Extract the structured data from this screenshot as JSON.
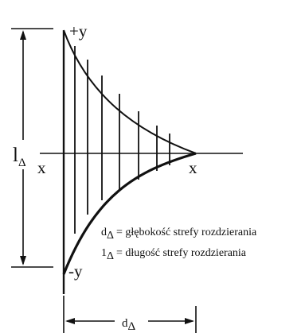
{
  "labels": {
    "plus_y": "+y",
    "minus_y": "-y",
    "x_left": "x",
    "x_right": "x",
    "l_symbol": "l",
    "d_symbol": "d",
    "delta": "Δ"
  },
  "legend": [
    {
      "symbol": "d",
      "sub": "Δ",
      "text": "= głębokość strefy rozdzierania"
    },
    {
      "symbol": "1",
      "sub": "Δ",
      "text": "= długość strefy rozdzierania"
    }
  ]
}
